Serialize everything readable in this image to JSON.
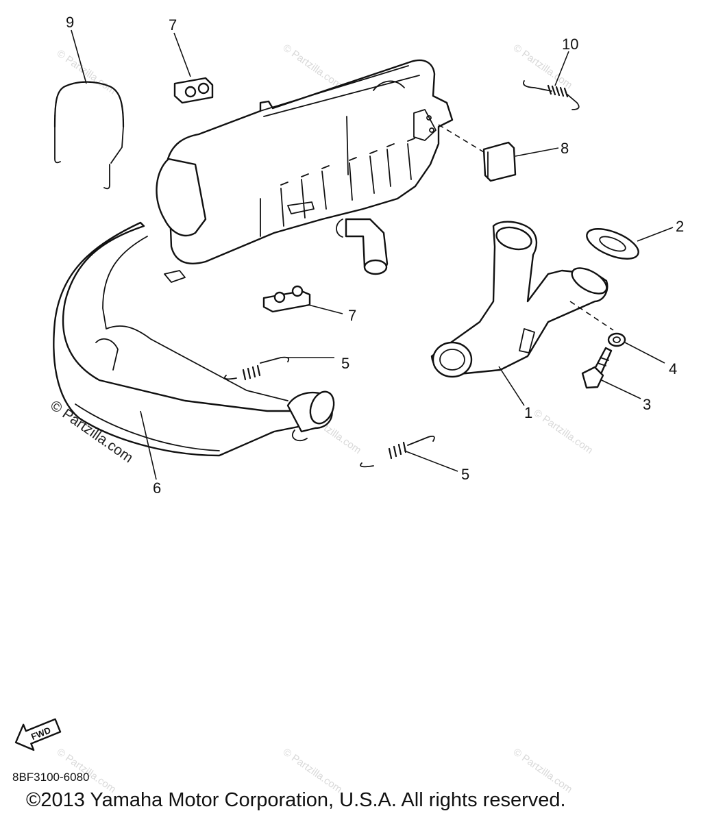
{
  "callouts": {
    "c1": "1",
    "c2": "2",
    "c3": "3",
    "c4": "4",
    "c5a": "5",
    "c5b": "5",
    "c6": "6",
    "c7a": "7",
    "c7b": "7",
    "c8": "8",
    "c9": "9",
    "c10": "10"
  },
  "watermark": {
    "text": "© Partzilla.com",
    "prominent_text": "© Partzilla.com",
    "color": "#d9d9d9"
  },
  "fwd_label": "FWD",
  "diagram_code": "8BF3100-6080",
  "copyright": "©2013 Yamaha Motor Corporation, U.S.A. All rights reserved."
}
